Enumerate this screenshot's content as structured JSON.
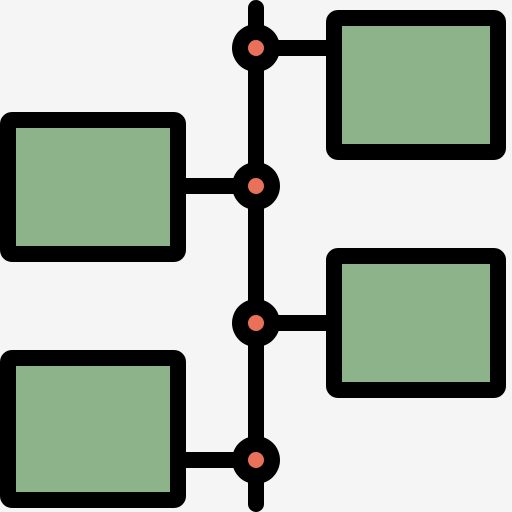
{
  "icon": {
    "name": "timeline-icon",
    "colors": {
      "background": "#f5f5f5",
      "stroke": "#000000",
      "box_fill": "#8db38b",
      "node_fill": "#e9715a"
    },
    "nodes": [
      {
        "id": "node-1",
        "box_side": "right"
      },
      {
        "id": "node-2",
        "box_side": "left"
      },
      {
        "id": "node-3",
        "box_side": "right"
      },
      {
        "id": "node-4",
        "box_side": "left"
      }
    ]
  }
}
